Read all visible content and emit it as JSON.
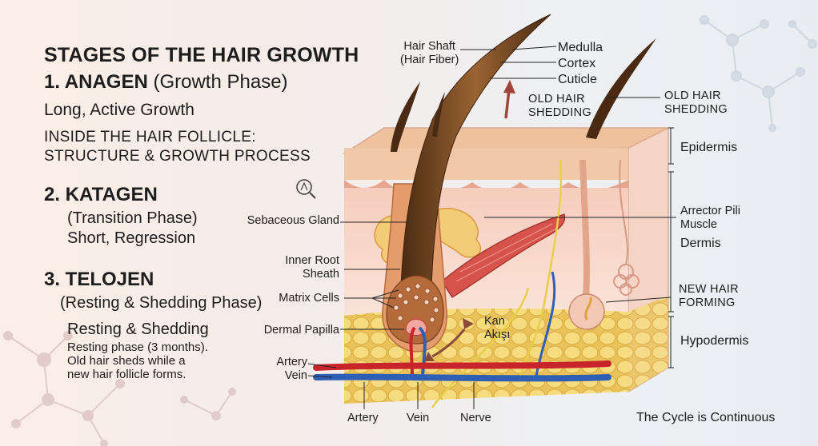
{
  "heading": "STAGES OF THE HAIR GROWTH",
  "anagen": {
    "title": "1. ANAGEN",
    "paren": "(Growth Phase)",
    "line": "Long, Active Growth",
    "inside_1": "INSIDE THE HAIR FOLLICLE:",
    "inside_2": "STRUCTURE & GROWTH PROCESS"
  },
  "katagen": {
    "title": "2. KATAGEN",
    "paren": "(Transition Phase)",
    "line": "Short, Regression"
  },
  "telojen": {
    "title": "3. TELOJEN",
    "paren": "(Resting & Shedding Phase)",
    "line": "Resting & Shedding",
    "desc_1": "Resting phase (3 months).",
    "desc_2": "Old hair sheds while a",
    "desc_3": "new hair follicle forms."
  },
  "labels": {
    "hair_shaft_1": "Hair Shaft",
    "hair_shaft_2": "(Hair Fiber)",
    "medulla": "Medulla",
    "cortex": "Cortex",
    "cuticle": "Cuticle",
    "old_hair_left_1": "OLD HAIR",
    "old_hair_left_2": "SHEDDING",
    "old_hair_right_1": "OLD HAIR",
    "old_hair_right_2": "SHEDDING",
    "epidermis": "Epidermis",
    "sebaceous": "Sebaceous Gland",
    "arrector_1": "Arrector Pili",
    "arrector_2": "Muscle",
    "dermis": "Dermis",
    "inner_root_1": "Inner Root",
    "inner_root_2": "Sheath",
    "matrix": "Matrix Cells",
    "new_hair_1": "NEW HAIR",
    "new_hair_2": "FORMING",
    "kan_1": "Kan",
    "kan_2": "Akışı",
    "dermal_papilla": "Dermal Papilla",
    "hypodermis": "Hypodermis",
    "artery_left": "Artery",
    "vein_left": "Vein",
    "artery_bottom": "Artery",
    "vein_bottom": "Vein",
    "nerve_bottom": "Nerve",
    "cycle": "The Cycle is Continuous"
  },
  "colors": {
    "artery": "#c8242b",
    "vein": "#2d5fb4",
    "nerve": "#e8cf4a",
    "hair": "#6b3f1d",
    "epidermis": "#f2c9a8",
    "dermis": "#f7d5c8",
    "fat": "#f1d069"
  },
  "icons": [
    "search-icon",
    "molecule-icon"
  ]
}
